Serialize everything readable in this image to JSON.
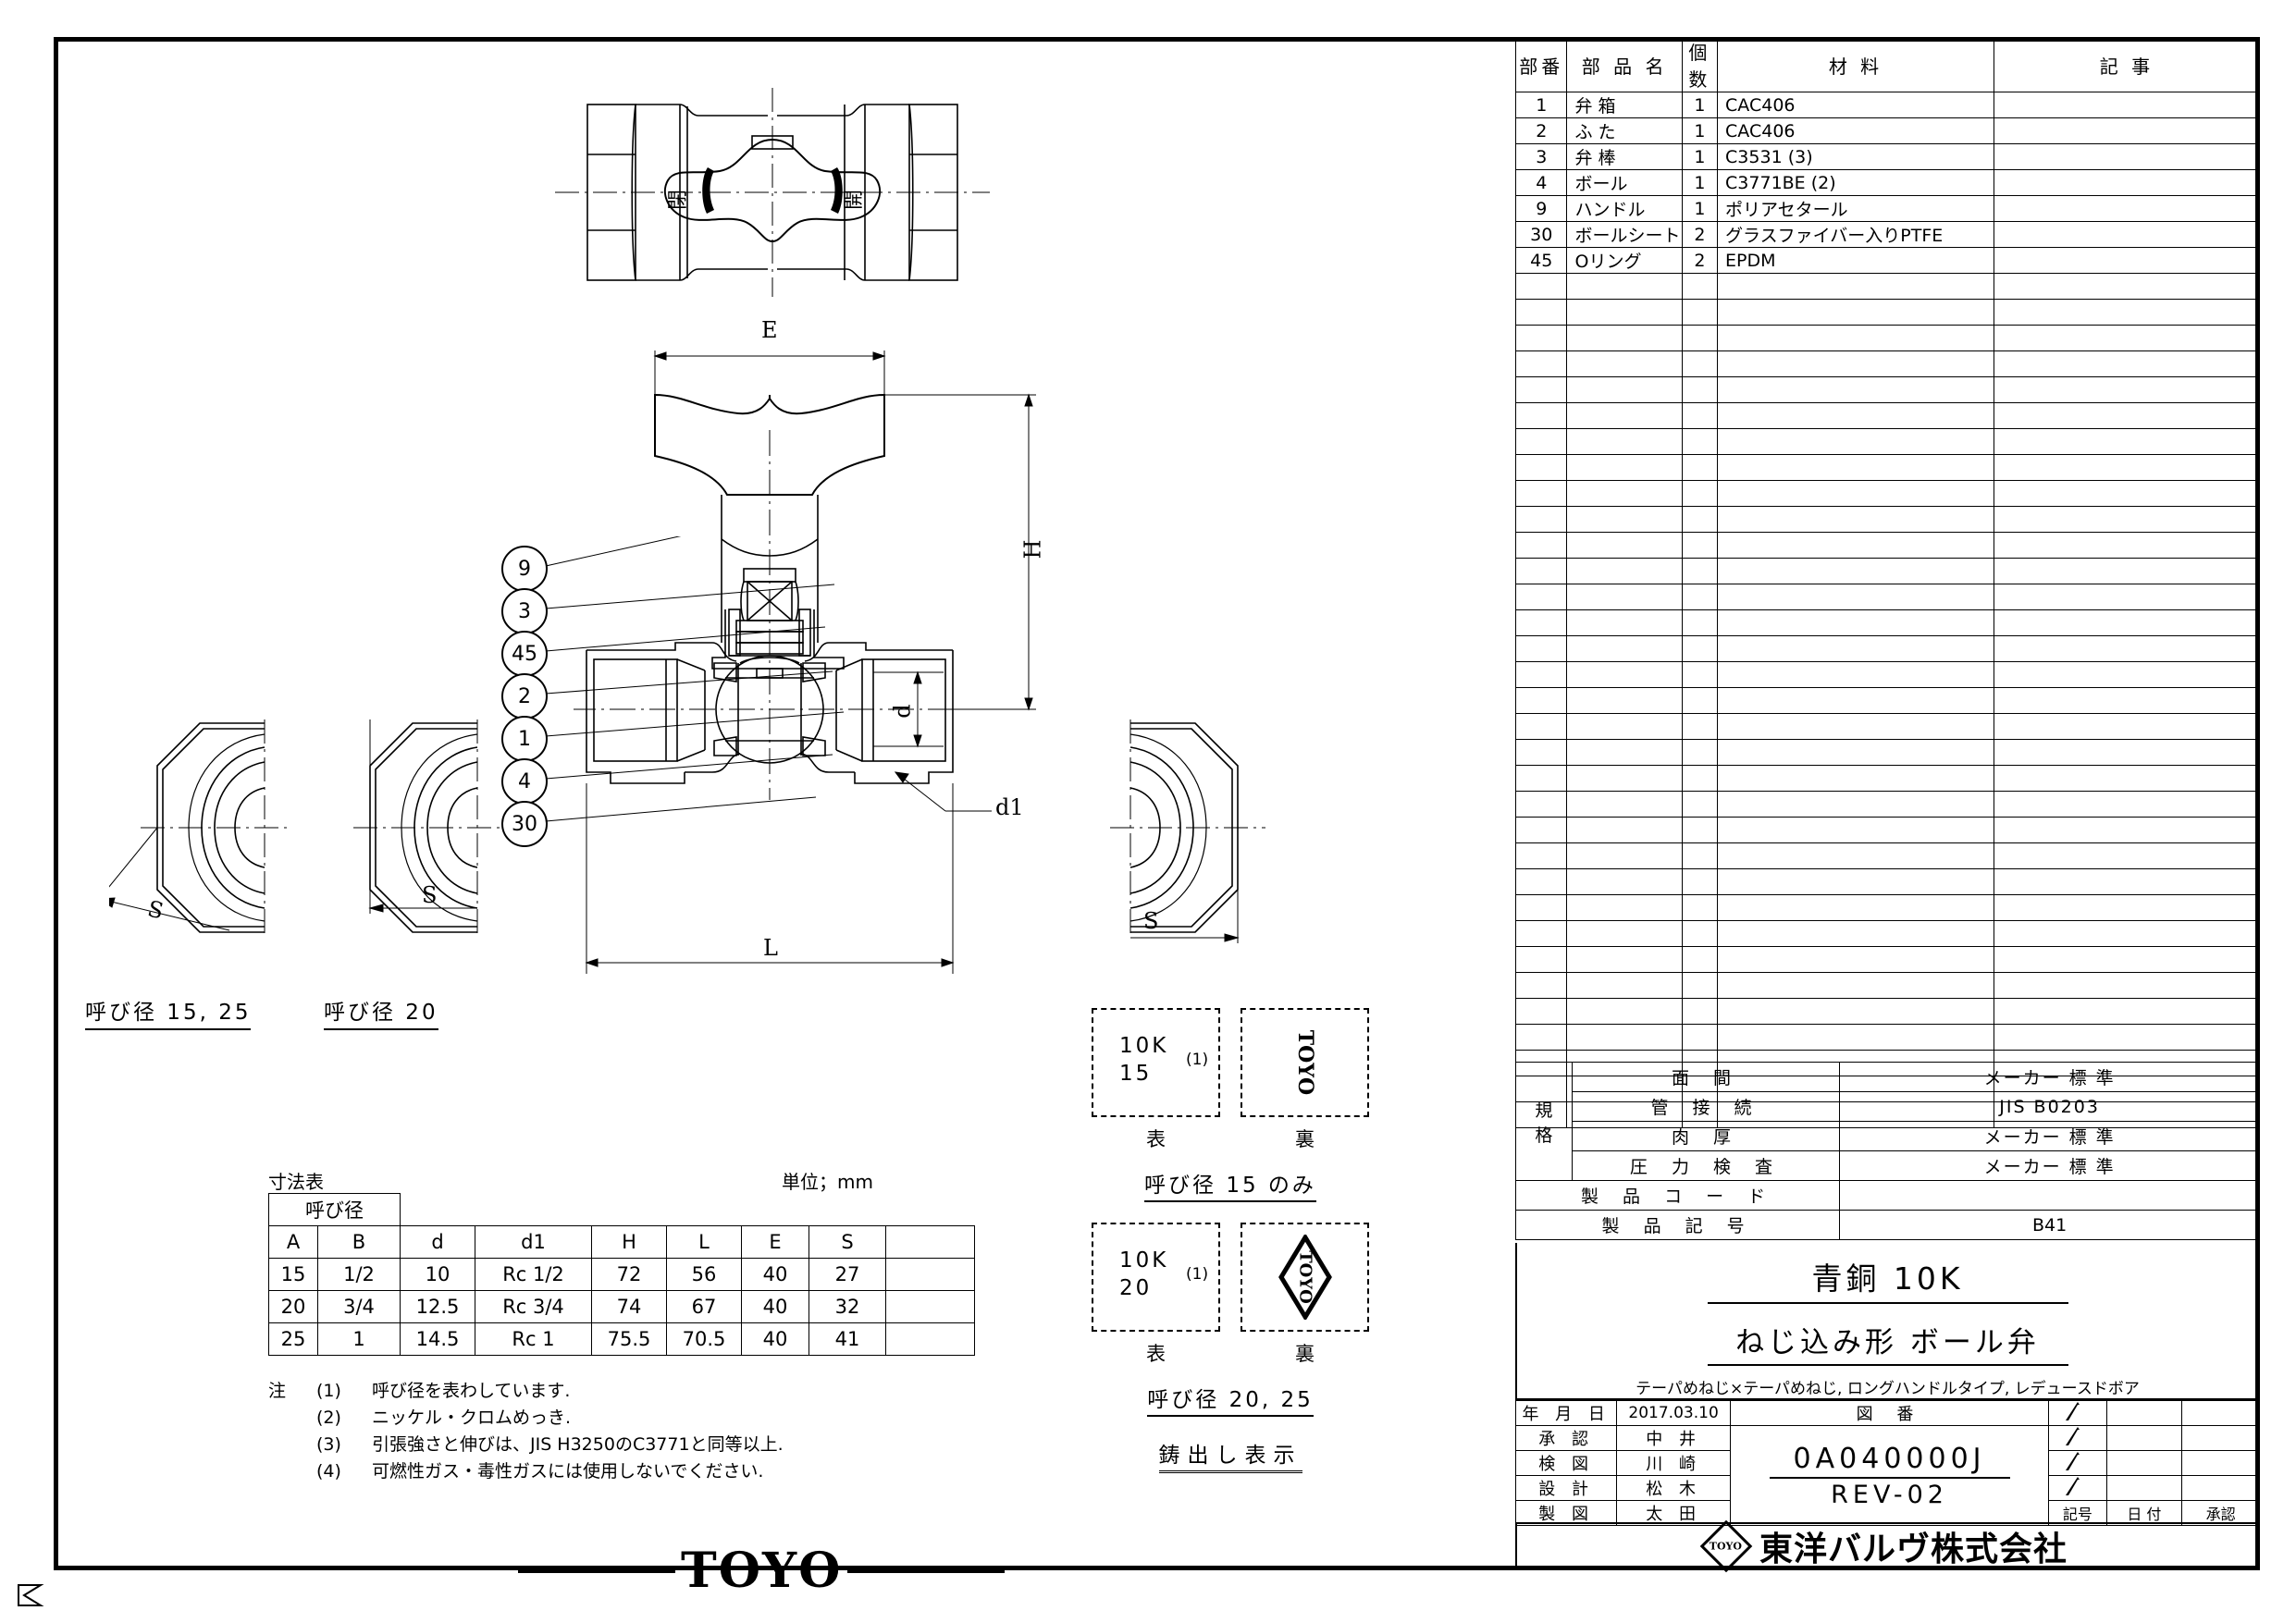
{
  "parts_list": {
    "headers": [
      "部番",
      "部 品 名",
      "個数",
      "材      料",
      "記      事"
    ],
    "rows": [
      {
        "no": "1",
        "name": "弁 箱",
        "qty": "1",
        "material": "CAC406",
        "remark": ""
      },
      {
        "no": "2",
        "name": "ふ た",
        "qty": "1",
        "material": "CAC406",
        "remark": ""
      },
      {
        "no": "3",
        "name": "弁 棒",
        "qty": "1",
        "material": "C3531      (3)",
        "remark": ""
      },
      {
        "no": "4",
        "name": "ボール",
        "qty": "1",
        "material": "C3771BE  (2)",
        "remark": ""
      },
      {
        "no": "9",
        "name": "ハンドル",
        "qty": "1",
        "material": "ポリアセタール",
        "remark": ""
      },
      {
        "no": "30",
        "name": "ボールシート",
        "qty": "2",
        "material": "グラスファイバー入りPTFE",
        "remark": ""
      },
      {
        "no": "45",
        "name": "Oリング",
        "qty": "2",
        "material": "EPDM",
        "remark": ""
      }
    ],
    "blank_row_count": 33
  },
  "spec_block": {
    "group_label": "規格",
    "rows": [
      {
        "key": "面        間",
        "value": "メーカー 標 準"
      },
      {
        "key": "管    接    続",
        "value": "JIS B0203"
      },
      {
        "key": "肉        厚",
        "value": "メーカー 標 準"
      },
      {
        "key": "圧  力  検  査",
        "value": "メーカー 標 準"
      }
    ],
    "product_code": {
      "key": "製 品 コ ー ド",
      "value": ""
    },
    "product_mark": {
      "key": "製  品  記  号",
      "value": "B41"
    }
  },
  "product_title": {
    "main": "青銅  10K",
    "sub": "ねじ込み形  ボール弁",
    "note": "テーパめねじ×テーパめねじ, ロングハンドルタイプ, レデュースドボア"
  },
  "approval": {
    "date_label": "年  月  日",
    "date_value": "2017.03.10",
    "drawing_no_label": "図          番",
    "drawing_no": "0A040000J",
    "revision": "REV-02",
    "rows": [
      {
        "label": "承      認",
        "name": "中  井"
      },
      {
        "label": "検      図",
        "name": "川  崎"
      },
      {
        "label": "設      計",
        "name": "松  木"
      },
      {
        "label": "製      図",
        "name": "太  田"
      }
    ],
    "rev_footer": [
      "記号",
      "日   付",
      "承認"
    ]
  },
  "company": {
    "logo_text": "TOYO",
    "name": "東洋バルヴ株式会社"
  },
  "bottom_logo": {
    "text": "TOYO"
  },
  "dim_table": {
    "caption": "寸法表",
    "unit": "単位；mm",
    "group_header": "呼び径",
    "headers": [
      "A",
      "B",
      "d",
      "d1",
      "H",
      "L",
      "E",
      "S",
      ""
    ],
    "rows": [
      [
        "15",
        "1/2",
        "10",
        "Rc 1/2",
        "72",
        "56",
        "40",
        "27",
        ""
      ],
      [
        "20",
        "3/4",
        "12.5",
        "Rc 3/4",
        "74",
        "67",
        "40",
        "32",
        ""
      ],
      [
        "25",
        "1",
        "14.5",
        "Rc 1",
        "75.5",
        "70.5",
        "40",
        "41",
        ""
      ]
    ]
  },
  "notes": {
    "label": "注",
    "items": [
      {
        "num": "(1)",
        "text": "呼び径を表わしています."
      },
      {
        "num": "(2)",
        "text": "ニッケル・クロムめっき."
      },
      {
        "num": "(3)",
        "text": "引張強さと伸びは、JIS  H3250のC3771と同等以上."
      },
      {
        "num": "(4)",
        "text": "可燃性ガス・毒性ガスには使用しないでください."
      }
    ]
  },
  "end_views": [
    {
      "caption": "呼び径  15, 25",
      "dim": "S"
    },
    {
      "caption": "呼び径  20",
      "dim": "S"
    }
  ],
  "right_end_view": {
    "dim": "S"
  },
  "balloons": [
    "9",
    "3",
    "45",
    "2",
    "1",
    "4",
    "30"
  ],
  "dimension_labels": {
    "E": "E",
    "H": "H",
    "L": "L",
    "d": "d",
    "d1": "d1"
  },
  "casting_marks": {
    "title": "鋳出し表示",
    "groups": [
      {
        "caption": "呼び径  15  のみ",
        "front": {
          "line1": "10K",
          "line2": "15",
          "sup": "(1)",
          "label": "表"
        },
        "back": {
          "style": "plain-toyo",
          "text": "TOYO",
          "label": "裏"
        }
      },
      {
        "caption": "呼び径  20, 25",
        "front": {
          "line1": "10K",
          "line2": "20",
          "sup": "(1)",
          "label": "表"
        },
        "back": {
          "style": "diamond-toyo",
          "text": "TOYO",
          "label": "裏"
        }
      }
    ]
  },
  "top_view": {
    "handle_marks": [
      "閉",
      "開"
    ]
  },
  "colors": {
    "line": "#000000",
    "background": "#ffffff"
  }
}
